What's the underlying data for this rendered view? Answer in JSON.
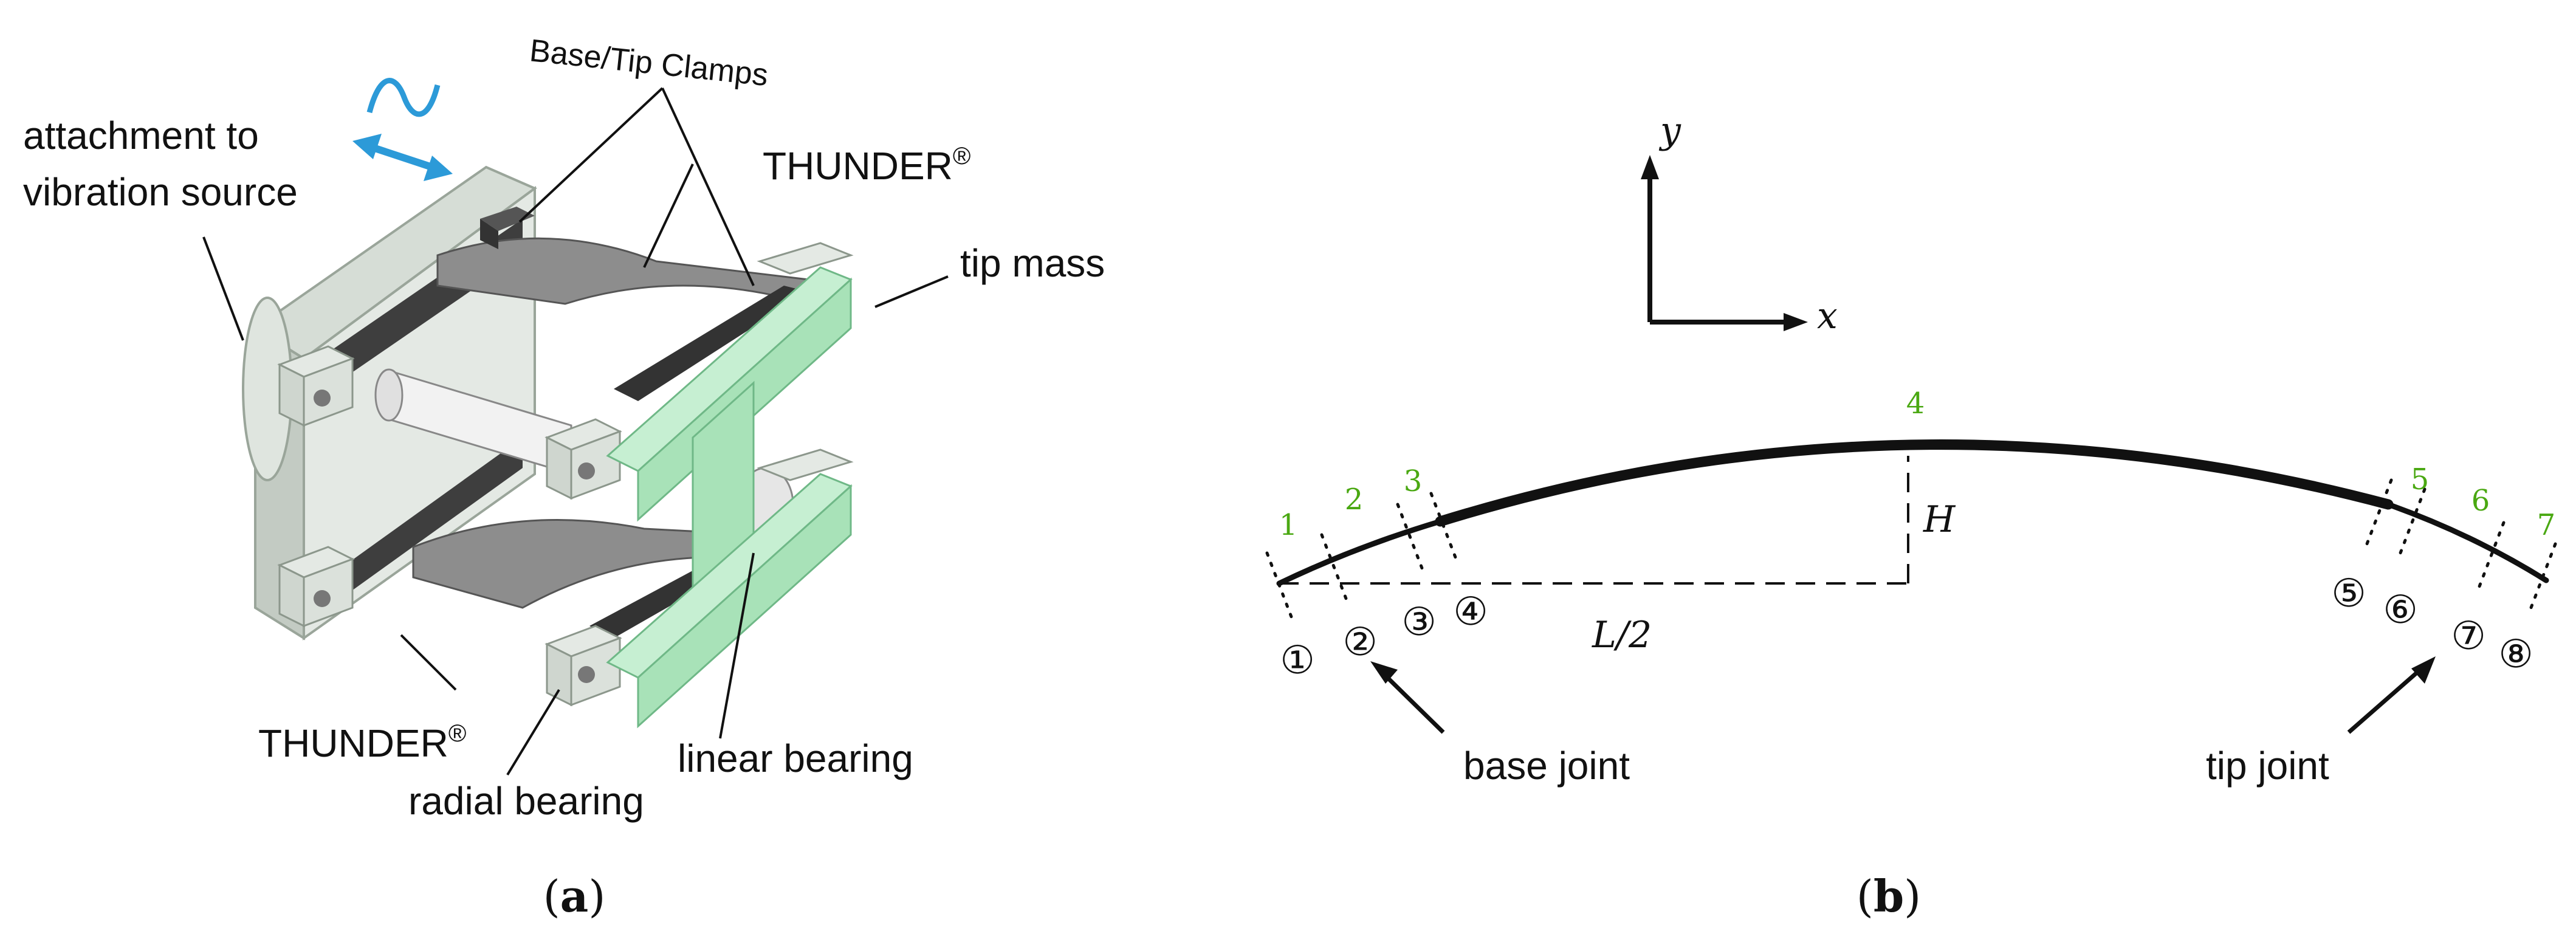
{
  "colors": {
    "frame": "#d6ddd6",
    "frame_dark": "#aab4aa",
    "tip_mass": "#a8e2b8",
    "tip_mass_dark": "#6fb887",
    "plate": "#8d8d8d",
    "clamp": "#3a3a3a",
    "arrow_blue": "#2c9ad8",
    "green_label": "#4aa812"
  },
  "panel_a": {
    "caption_open": "(",
    "caption_letter": "a",
    "caption_close": ")",
    "labels": {
      "attachment_line1": "attachment to",
      "attachment_line2": "vibration source",
      "clamps": "Base/Tip Clamps",
      "thunder_top": "THUNDER",
      "thunder_top_reg": "®",
      "tip_mass": "tip mass",
      "thunder_bottom": "THUNDER",
      "thunder_bottom_reg": "®",
      "linear_bearing": "linear bearing",
      "radial_bearing": "radial bearing"
    }
  },
  "panel_b": {
    "caption_open": "(",
    "caption_letter": "b",
    "caption_close": ")",
    "axis_y": "y",
    "axis_x": "x",
    "height_label": "H",
    "half_length_label": "L/2",
    "base_joint": "base joint",
    "tip_joint": "tip joint",
    "green_numbers": [
      "1",
      "2",
      "3",
      "4",
      "5",
      "6",
      "7"
    ],
    "circled_numbers": [
      "①",
      "②",
      "③",
      "④",
      "⑤",
      "⑥",
      "⑦",
      "⑧"
    ]
  }
}
